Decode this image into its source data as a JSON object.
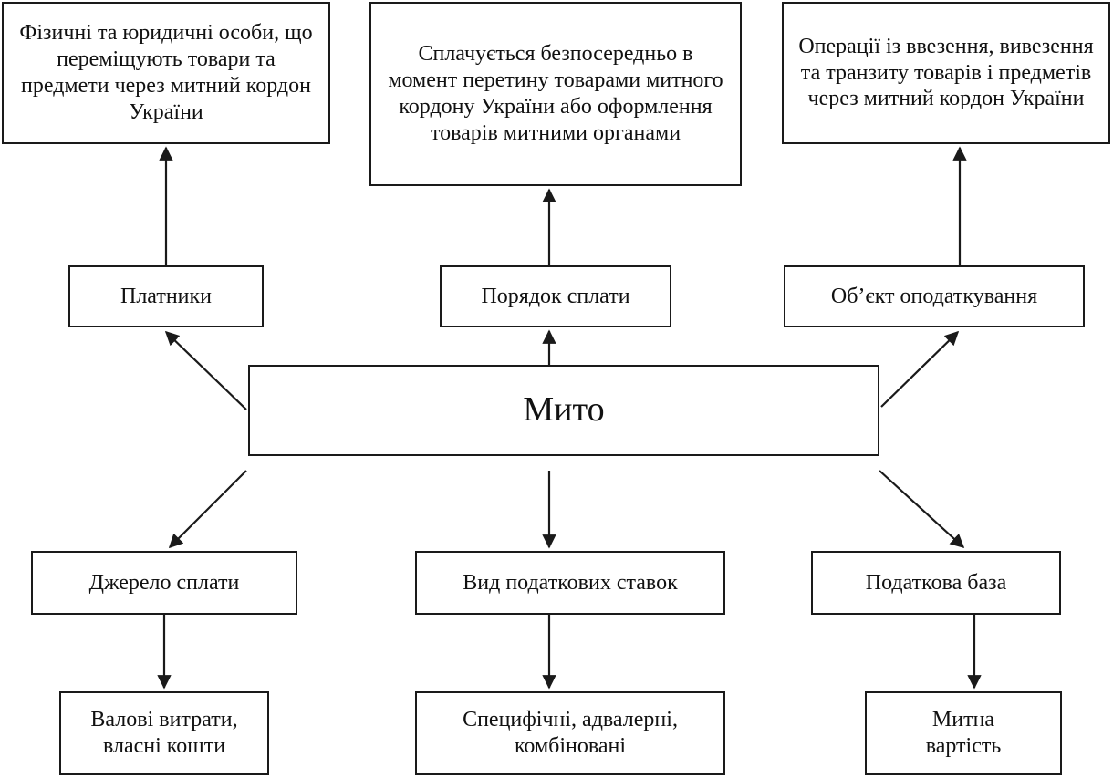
{
  "nodes": {
    "center": "Мито",
    "payers": "Платники",
    "payers_desc": "Фізичні та юридичні особи, що переміщують товари та предмети через митний кордон України",
    "payment_order": "Порядок сплати",
    "payment_order_desc": "Сплачується безпосередньо в момент перетину товарами митного кордону України або оформлення товарів митними органами",
    "tax_object": "Об’єкт оподаткування",
    "tax_object_desc": "Операції із ввезення, вивезення та транзиту товарів і предметів через митний кордон України",
    "payment_source": "Джерело сплати",
    "payment_source_desc": "Валові витрати, власні кошти",
    "rate_type": "Вид податкових ставок",
    "rate_type_desc": "Специфічні, адвалерні, комбіновані",
    "tax_base": "Податкова база",
    "tax_base_desc": "Митна вартість"
  },
  "colors": {
    "line": "#1a1a1a",
    "background": "#ffffff"
  }
}
